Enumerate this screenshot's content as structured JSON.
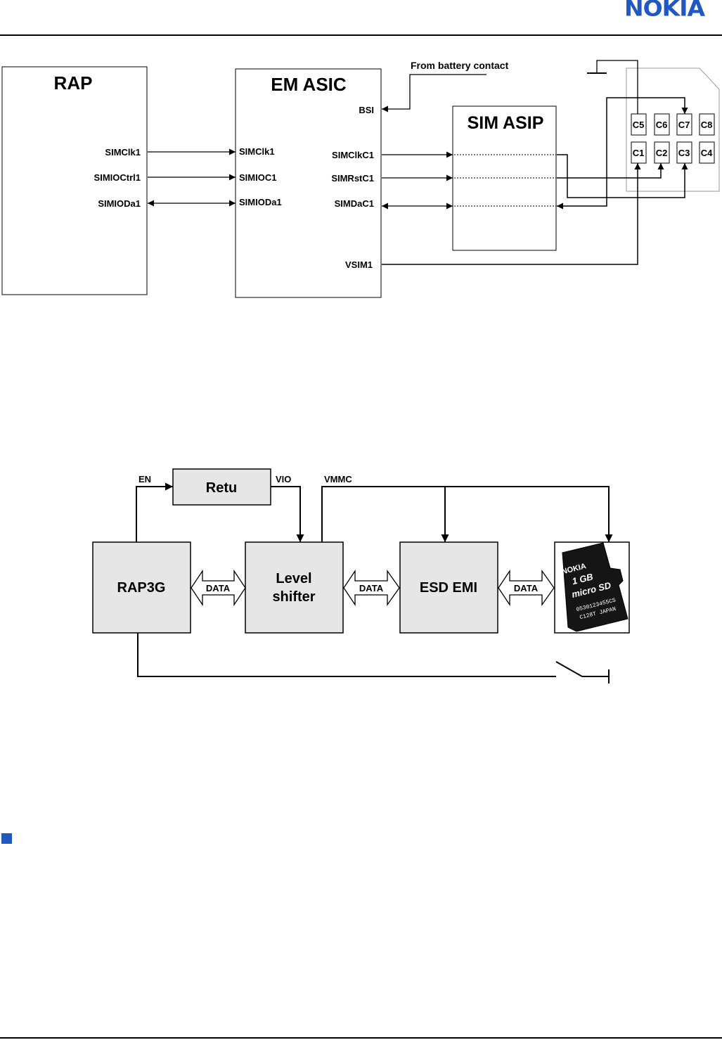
{
  "header": {
    "logo_text": "NOKIA",
    "logo_color": "#1f57c3"
  },
  "sim_diagram": {
    "rap": {
      "title": "RAP",
      "pins": [
        "SIMClk1",
        "SIMIOCtrl1",
        "SIMIODa1"
      ]
    },
    "em_asic": {
      "title": "EM ASIC",
      "left_pins": [
        "SIMClk1",
        "SIMIOC1",
        "SIMIODa1"
      ],
      "right_pins": [
        "BSI",
        "SIMClkC1",
        "SIMRstC1",
        "SIMDaC1",
        "VSIM1"
      ]
    },
    "battery_note": "From battery contact",
    "sim_asip": {
      "title": "SIM ASIP"
    },
    "sim_contacts": {
      "top_row": [
        "C5",
        "C6",
        "C7",
        "C8"
      ],
      "bottom_row": [
        "C1",
        "C2",
        "C3",
        "C4"
      ]
    }
  },
  "mmc_diagram": {
    "retu": "Retu",
    "rap3g": "RAP3G",
    "level_shifter": [
      "Level",
      "shifter"
    ],
    "esd_emi": "ESD EMI",
    "signals": {
      "en": "EN",
      "vio": "VIO",
      "vmmc": "VMMC"
    },
    "data_label": "DATA",
    "card": {
      "brand": "NOKIA",
      "capacity": "1 GB",
      "logo": "micro SD",
      "serial": "0530123455CS",
      "origin": "C128T  JAPAN"
    },
    "fill_color": "#e6e6e6"
  },
  "section_bullet_color": "#1f57c3"
}
